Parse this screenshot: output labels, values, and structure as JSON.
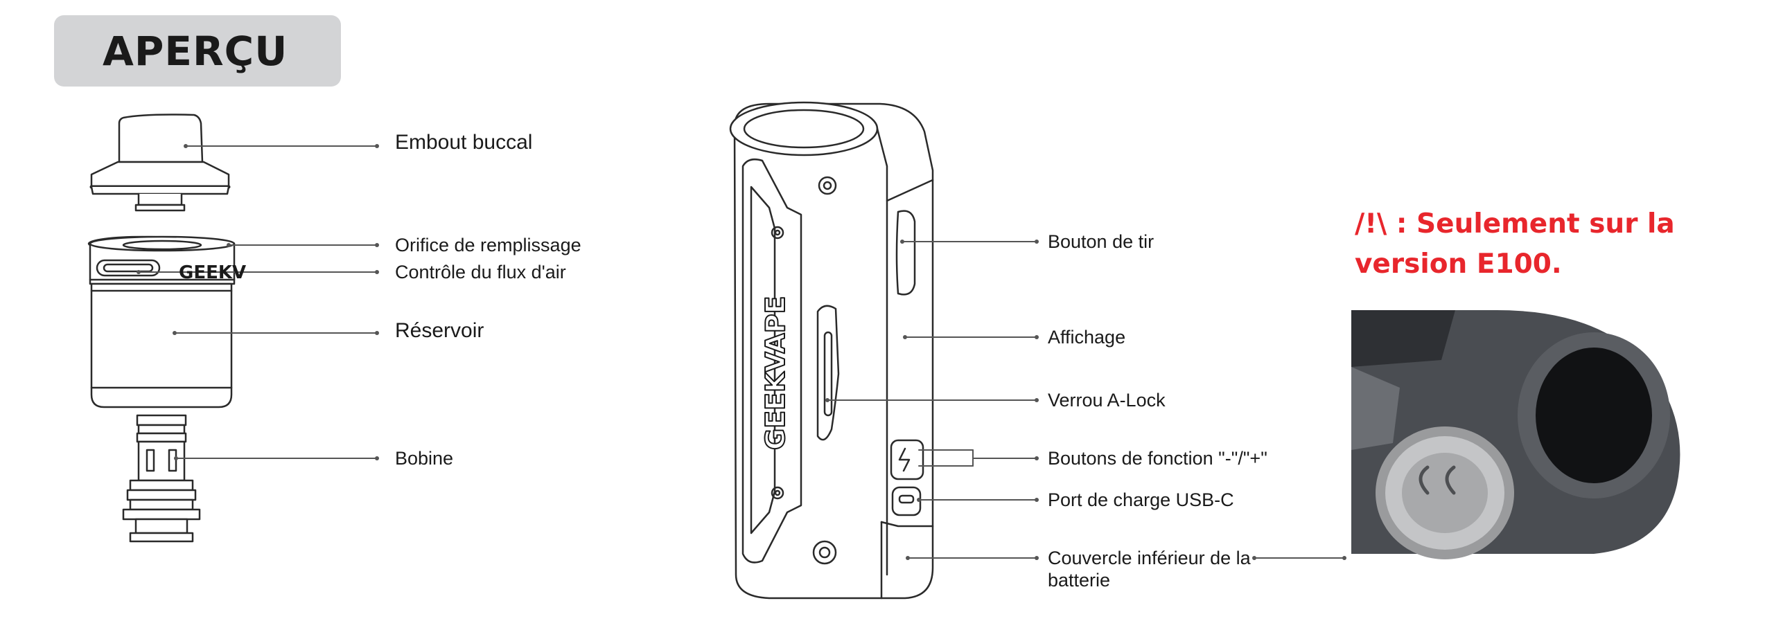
{
  "header": {
    "title": "APERÇU"
  },
  "tank_labels": {
    "mouthpiece": "Embout buccal",
    "fill_port": "Orifice de remplissage",
    "airflow": "Contrôle du flux d'air",
    "tank": "Réservoir",
    "coil": "Bobine"
  },
  "mod_labels": {
    "fire_button": "Bouton de tir",
    "display": "Affichage",
    "a_lock": "Verrou A-Lock",
    "function_buttons": "Boutons de fonction \"-\"/\"+\"",
    "usb_port": "Port de charge USB-C",
    "battery_cover": "Couvercle inférieur de la batterie"
  },
  "note": {
    "text": "/!\\ : Seulement sur la\nversion E100."
  },
  "branding": {
    "mod_brand": "GEEKVAPE",
    "tank_brand": "GEEKV"
  },
  "colors": {
    "warning": "#e8262c",
    "badge_bg": "#d3d4d6"
  }
}
